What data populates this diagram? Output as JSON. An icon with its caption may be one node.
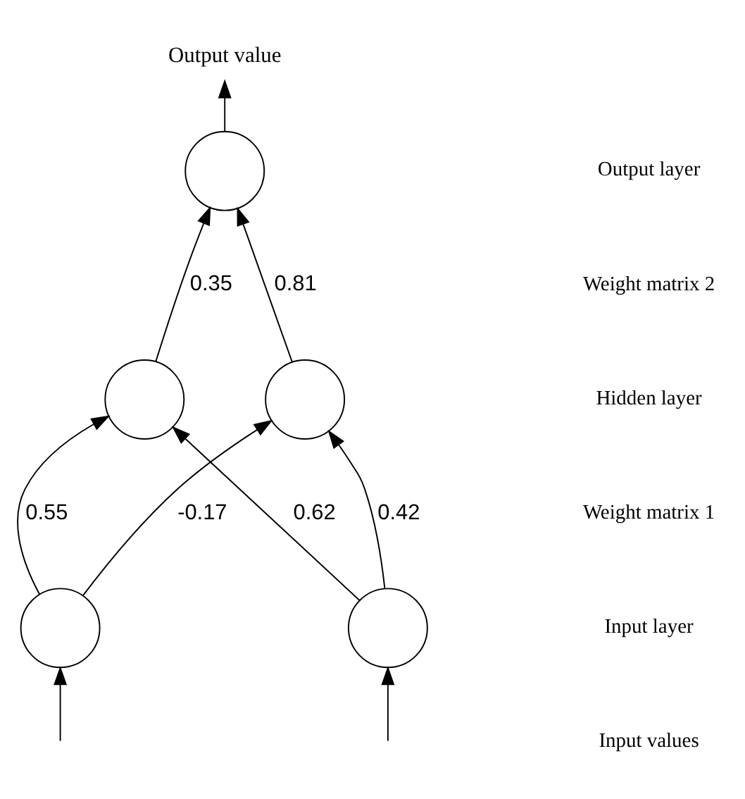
{
  "diagram": {
    "nodes": [
      {
        "text": [
          "Output value"
        ]
      },
      {
        "text": [],
        "shape": "circle"
      },
      {
        "text": [],
        "shape": "circle"
      },
      {
        "text": [],
        "shape": "circle"
      },
      {
        "text": [],
        "shape": "circle"
      },
      {
        "text": [],
        "shape": "circle"
      }
    ],
    "edges": [
      {
        "from": 1,
        "to": 0,
        "arrow": "to"
      },
      {
        "from": 2,
        "to": 1,
        "arrow": "to",
        "label": "0.35"
      },
      {
        "from": 3,
        "to": 1,
        "arrow": "to",
        "label": "0.81"
      },
      {
        "from": 4,
        "to": 2,
        "arrow": "to",
        "label": "0.62"
      },
      {
        "from": 4,
        "to": 3,
        "arrow": "to",
        "label": "0.42"
      },
      {
        "from": 5,
        "to": 2,
        "arrow": "to",
        "label": "0.55"
      },
      {
        "from": 5,
        "to": 3,
        "arrow": "to",
        "label": "-0.17"
      },
      {
        "from": null,
        "to": 4,
        "arrow": "to"
      },
      {
        "from": null,
        "to": 5,
        "arrow": "to"
      }
    ],
    "labels": [
      "Output layer",
      "Weight matrix 2",
      "Hidden layer",
      "Weight matrix 1",
      "Input layer",
      "Input values"
    ]
  }
}
